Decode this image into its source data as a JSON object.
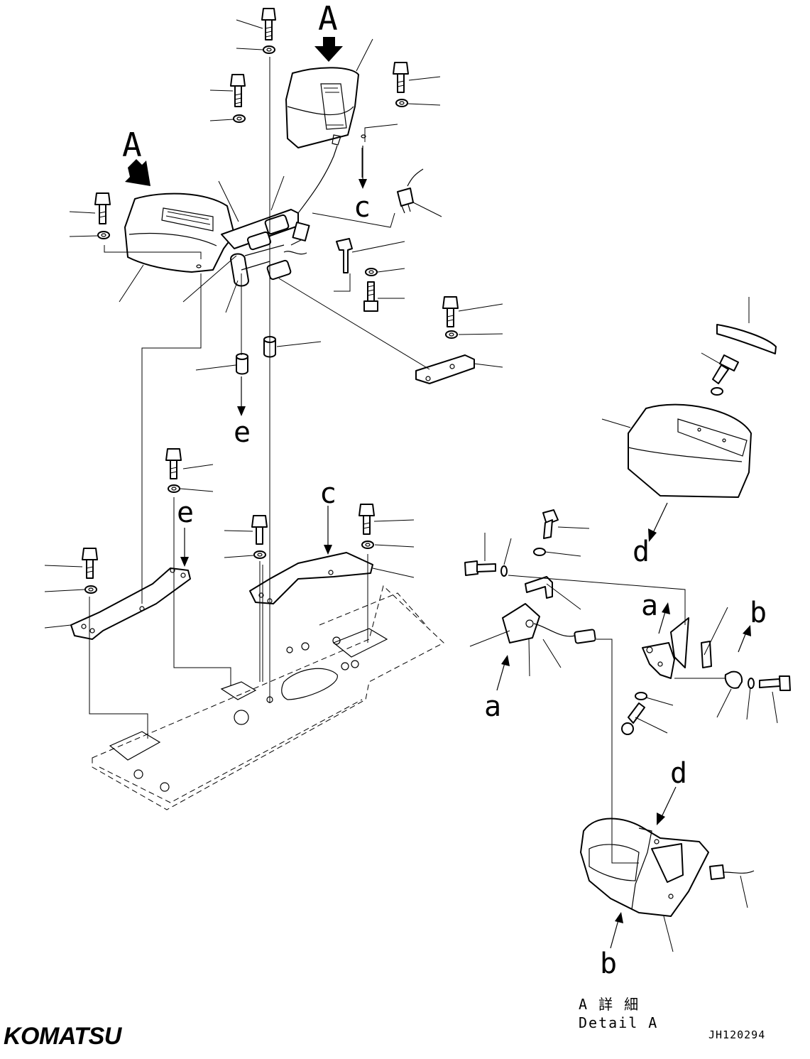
{
  "diagram": {
    "view_labels": {
      "top": "A",
      "left": "A"
    },
    "callouts": {
      "a": "a",
      "b": "b",
      "c": "c",
      "d": "d",
      "e": "e"
    },
    "caption": {
      "japanese": "A 詳 細",
      "english": "Detail A"
    },
    "drawing_number": "JH120294",
    "brand": "KOMATSU"
  }
}
